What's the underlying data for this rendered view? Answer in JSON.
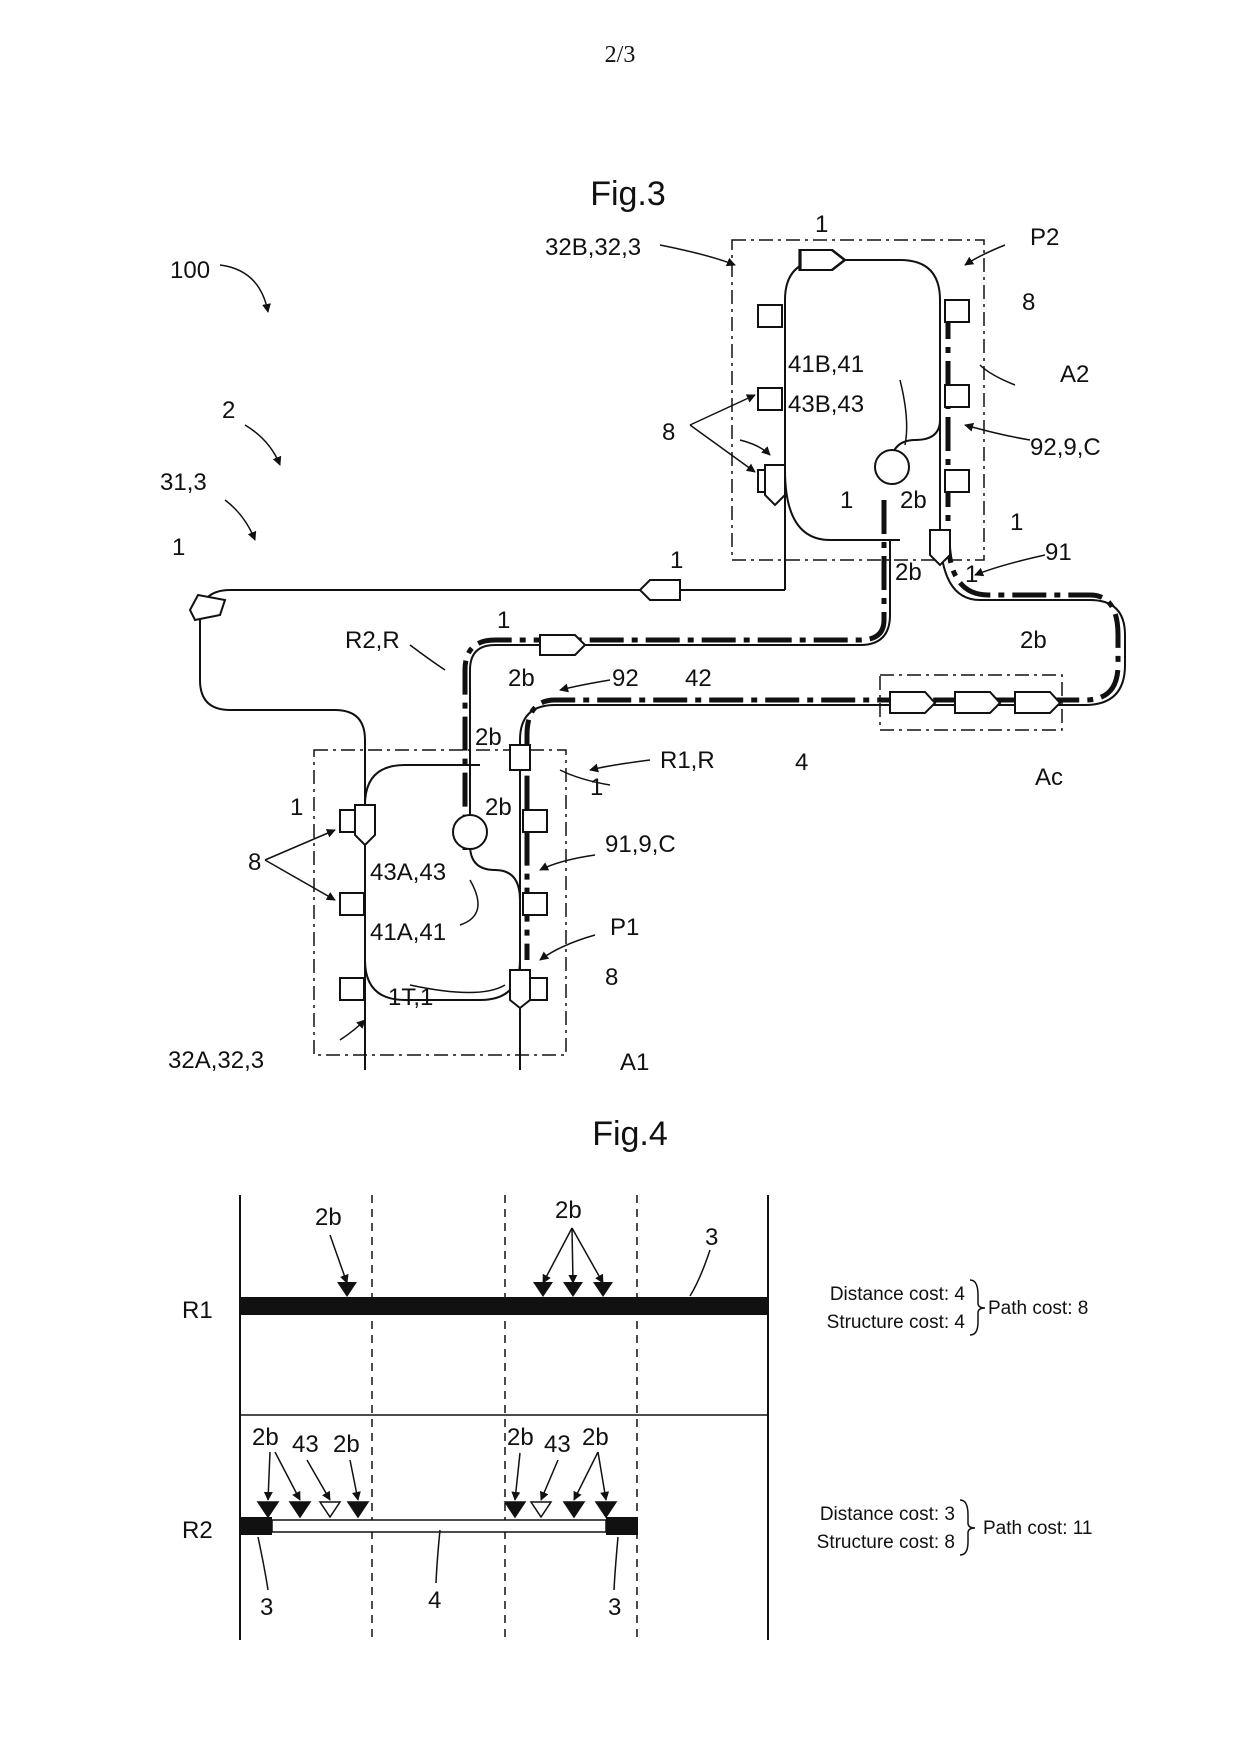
{
  "page_number": "2/3",
  "fig3": {
    "title": "Fig.3",
    "labels": {
      "system": "100",
      "network": "2",
      "main_loop": "31,3",
      "upper_area": "32B,32,3",
      "lower_area": "32A,32,3",
      "port_p2": "P2",
      "port_p1": "P1",
      "area_a2": "A2",
      "area_a1": "A1",
      "area_ac": "Ac",
      "vehicle": "1",
      "vehicle_target": "1T,1",
      "station": "8",
      "junction": "2b",
      "branch_upper": "41B,41",
      "node_upper": "43B,43",
      "branch_lower": "41A,41",
      "node_lower": "43A,43",
      "connector": "4",
      "connector_path": "42",
      "route_r1": "R1,R",
      "route_r2": "R2,R",
      "route_92": "92",
      "route_91": "91",
      "route_c_upper": "92,9,C",
      "route_c_lower": "91,9,C"
    }
  },
  "fig4": {
    "title": "Fig.4",
    "routes": [
      {
        "name": "R1",
        "junction_label": "2b",
        "rail_label": "3",
        "distance_cost": "Distance cost: 4",
        "structure_cost": "Structure cost: 4",
        "path_cost": "Path cost: 8"
      },
      {
        "name": "R2",
        "junction_label": "2b",
        "node_label": "43",
        "rail_label": "3",
        "connector_label": "4",
        "distance_cost": "Distance cost: 3",
        "structure_cost": "Structure cost: 8",
        "path_cost": "Path cost: 11"
      }
    ]
  }
}
